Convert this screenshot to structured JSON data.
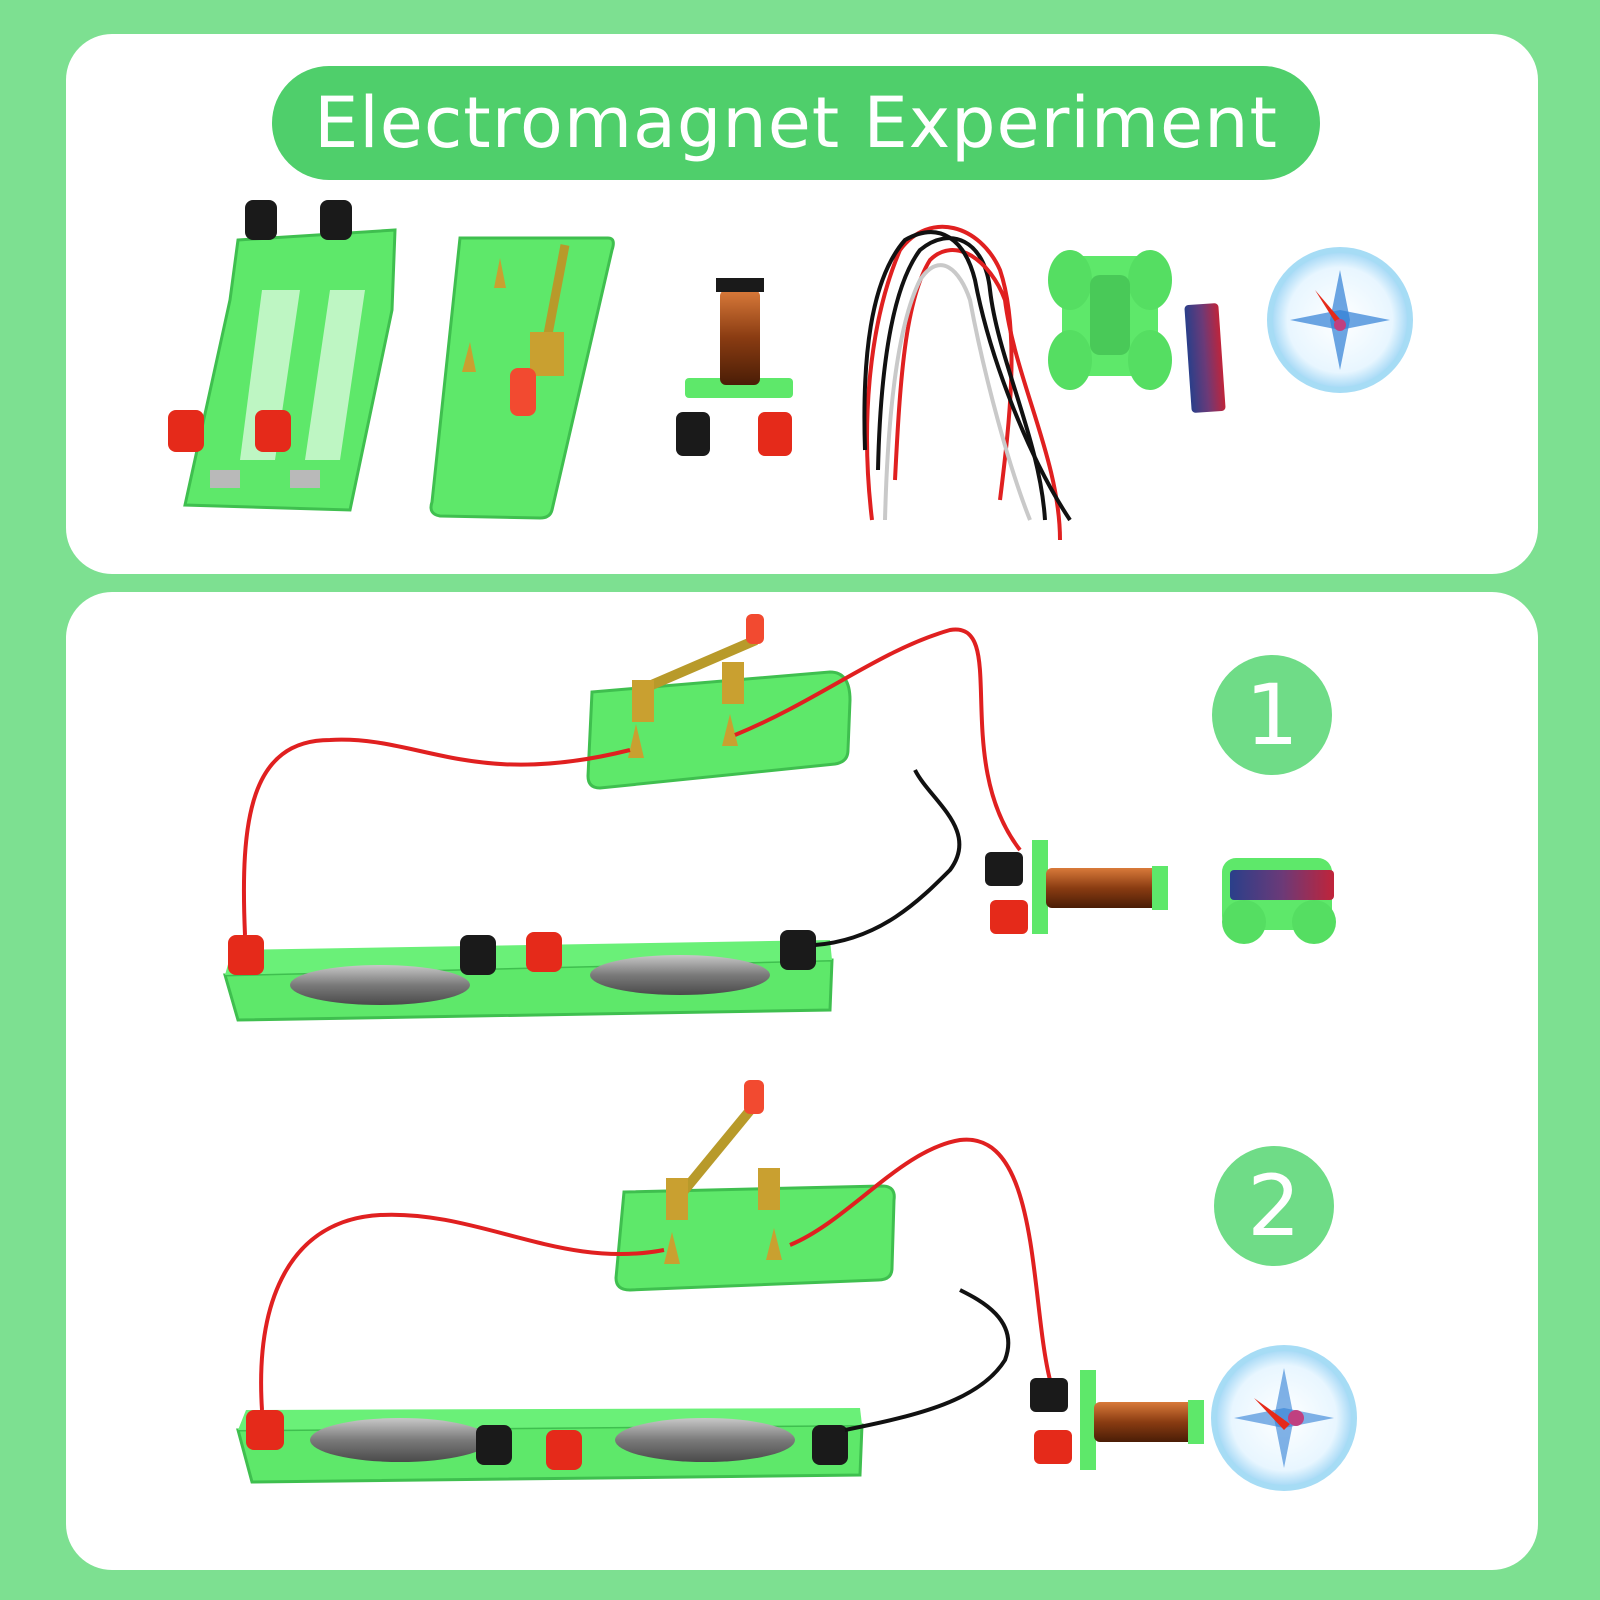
{
  "title": "Electromagnet Experiment",
  "steps": [
    {
      "label": "1"
    },
    {
      "label": "2"
    }
  ],
  "colors": {
    "background": "#7de091",
    "title_pill": "#4fcf6b",
    "badge": "#6fdc87",
    "plastic_green": "#5ee86a",
    "wire_red": "#e02020",
    "wire_black": "#111111"
  }
}
